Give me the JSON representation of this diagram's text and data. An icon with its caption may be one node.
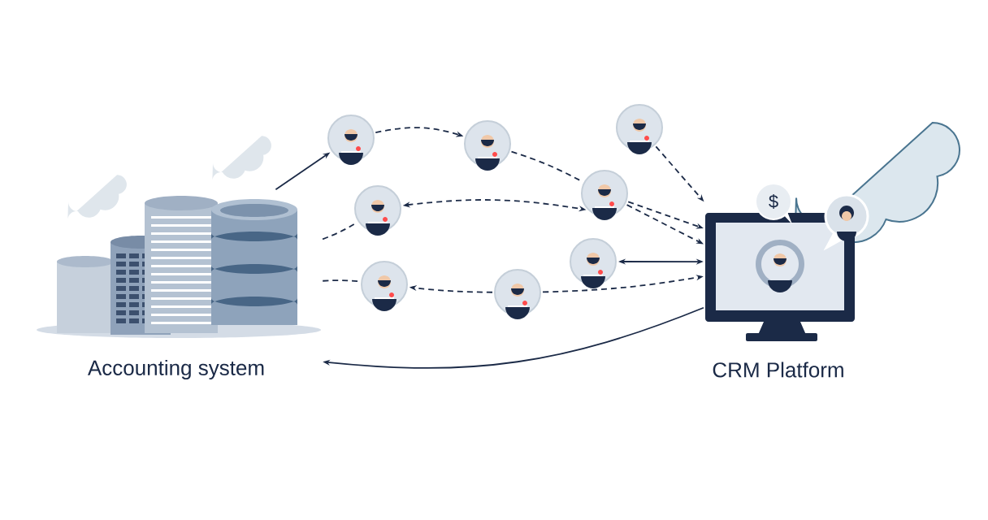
{
  "diagram": {
    "nodes": [
      {
        "text": [
          "Accounting system"
        ]
      },
      {
        "text": [
          "CRM Platform"
        ]
      },
      {
        "text": [],
        "shape": "person"
      },
      {
        "text": [],
        "shape": "person"
      },
      {
        "text": [],
        "shape": "person"
      },
      {
        "text": [],
        "shape": "person"
      },
      {
        "text": [],
        "shape": "person"
      },
      {
        "text": [],
        "shape": "person"
      },
      {
        "text": [],
        "shape": "person"
      },
      {
        "text": [],
        "shape": "person"
      }
    ],
    "edges": [
      {
        "from": 0,
        "to": 2,
        "arrow": "to"
      },
      {
        "from": 2,
        "to": 3,
        "arrow": "to",
        "style": "dashed"
      },
      {
        "from": 3,
        "to": 5,
        "arrow": "none",
        "style": "dashed"
      },
      {
        "from": 5,
        "to": 1,
        "arrow": "to",
        "style": "dashed"
      },
      {
        "from": 5,
        "to": 1,
        "arrow": "to",
        "style": "dashed"
      },
      {
        "from": 4,
        "to": 1,
        "arrow": "to",
        "style": "dashed"
      },
      {
        "from": 6,
        "to": 5,
        "arrow": "both",
        "style": "dashed"
      },
      {
        "from": 0,
        "to": 6,
        "arrow": "none",
        "style": "dashed"
      },
      {
        "from": 7,
        "to": 1,
        "arrow": "both"
      },
      {
        "from": 0,
        "to": 8,
        "arrow": "none",
        "style": "dashed"
      },
      {
        "from": 9,
        "to": 8,
        "arrow": "to",
        "style": "dashed"
      },
      {
        "from": 9,
        "to": 1,
        "arrow": "to",
        "style": "dashed"
      },
      {
        "from": 1,
        "to": 0,
        "arrow": "to"
      }
    ],
    "labels": [
      "$"
    ]
  }
}
